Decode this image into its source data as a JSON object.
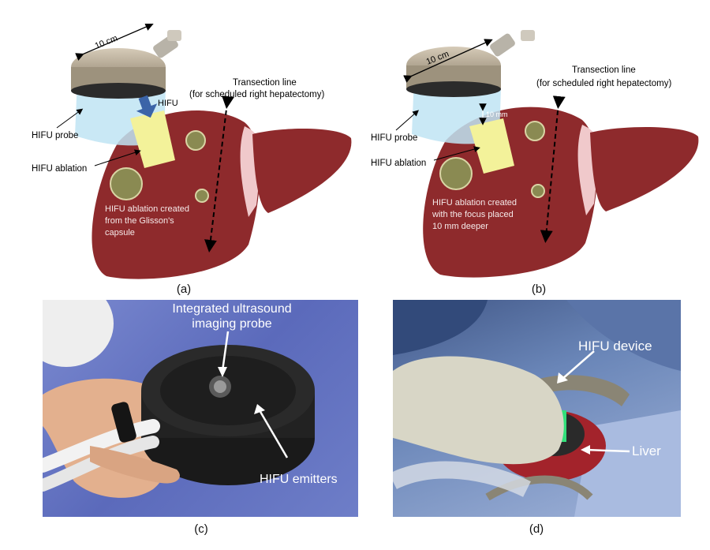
{
  "panel_a": {
    "caption": "(a)",
    "size_label": "10 cm",
    "transection_line": "Transection line",
    "transection_note": "(for scheduled right hepatectomy)",
    "hifu_label": "HIFU",
    "probe_label": "HIFU probe",
    "ablation_label": "HIFU ablation",
    "note_line1": "HIFU ablation created",
    "note_line2": "from the Glisson's",
    "note_line3": "capsule"
  },
  "panel_b": {
    "caption": "(b)",
    "size_label": "10 cm",
    "transection_line": "Transection line",
    "transection_note": "(for scheduled right hepatectomy)",
    "depth_label": "10 mm",
    "probe_label": "HIFU probe",
    "ablation_label": "HIFU ablation",
    "note_line1": "HIFU ablation created",
    "note_line2": "with the focus placed",
    "note_line3": "10 mm deeper"
  },
  "panel_c": {
    "caption": "(c)",
    "imaging_line1": "Integrated ultrasound",
    "imaging_line2": "imaging probe",
    "emitters_label": "HIFU emitters"
  },
  "panel_d": {
    "caption": "(d)",
    "device_label": "HIFU device",
    "liver_label": "Liver"
  },
  "colors": {
    "liver": "#8e2a2c",
    "ablation": "#f3f29a",
    "lesion": "#8a8a52",
    "water_bag": "#bfe4f3",
    "ligament": "#f0c9cb"
  }
}
